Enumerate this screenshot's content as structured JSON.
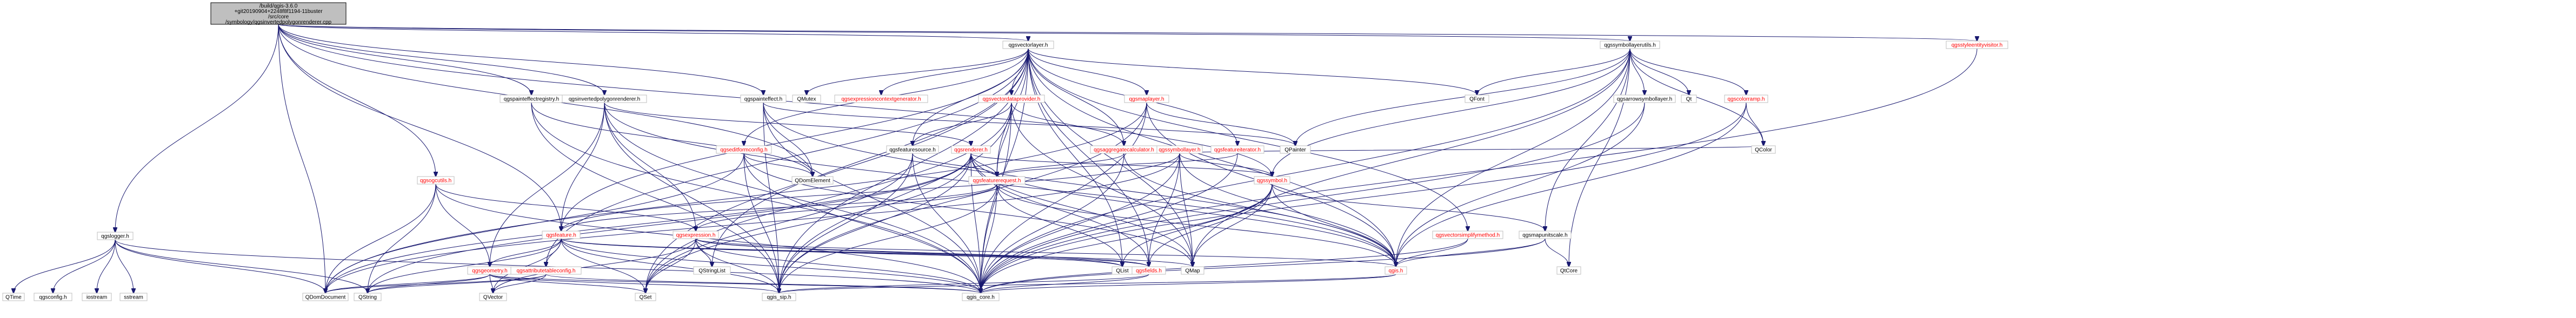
{
  "colors": {
    "edge": "#191970",
    "root_fill": "#bfbfbf",
    "node_fill": "#ffffff",
    "node_border": "#bfbfbf",
    "text_black": "#000000",
    "text_red": "#ff0000"
  },
  "nodes": {
    "root": "/build/qgis-3.6.0+git20190904+2248f8f1194-11buster/src/core/symbology/qgsinvertedpolygonrenderer.cpp",
    "qgsvectorlayer_h": "qgsvectorlayer.h",
    "qgssymbollayerutils_h": "qgssymbollayerutils.h",
    "qgspainteffectregistry_h": "qgspainteffectregistry.h",
    "qgsinvertedpolygonrenderer_h": "qgsinvertedpolygonrenderer.h",
    "qgspainteffect_h": "qgspainteffect.h",
    "qgslogger_h": "qgslogger.h",
    "qgsogcutils_h": "qgsogcutils.h",
    "qmutex": "QMutex",
    "qgsexpressioncontextgenerator_h": "qgsexpressioncontextgenerator.h",
    "qgsvectordataprovider_h": "qgsvectordataprovider.h",
    "qgsmaplayer_h": "qgsmaplayer.h",
    "qgsstyleentityvisitor_h": "qgsstyleentityvisitor.h",
    "qfont": "QFont",
    "qt": "Qt",
    "qgsarrowsymbollayer_h": "qgsarrowsymbollayer.h",
    "qgscolorramp_h": "qgscolorramp.h",
    "qgseditformconfig_h": "qgseditformconfig.h",
    "qgsfeaturesource_h": "qgsfeaturesource.h",
    "qgsrenderer_h": "qgsrenderer.h",
    "qgsaggregatecalculator_h": "qgsaggregatecalculator.h",
    "qgssymbollayer_h": "qgssymbollayer.h",
    "qgsfeatureiterator_h": "qgsfeatureiterator.h",
    "qpainter": "QPainter",
    "qcolor": "QColor",
    "qdomelement": "QDomElement",
    "qgsfeaturerequest_h": "qgsfeaturerequest.h",
    "qgssymbol_h": "qgssymbol.h",
    "qgsfeature_h": "qgsfeature.h",
    "qgsexpression_h": "qgsexpression.h",
    "qgsvectorsimplifymethod_h": "qgsvectorsimplifymethod.h",
    "qgsmapunitscale_h": "qgsmapunitscale.h",
    "qstringlist": "QStringList",
    "qlist": "QList",
    "qmap": "QMap",
    "qgsfields_h": "qgsfields.h",
    "qgis_h": "qgis.h",
    "qcore": "QtCore",
    "qgsgeometry_h": "qgsgeometry.h",
    "qgsattributetableconfig_h": "qgsattributetableconfig.h",
    "qtime": "QTime",
    "qgsconfig_h": "qgsconfig.h",
    "iostream": "iostream",
    "sstream": "sstream",
    "qdomdocument": "QDomDocument",
    "qstring": "QString",
    "qvector": "QVector",
    "qset": "QSet",
    "qgis_sip_h": "qgis_sip.h",
    "qgis_core_h": "qgis_core.h"
  }
}
